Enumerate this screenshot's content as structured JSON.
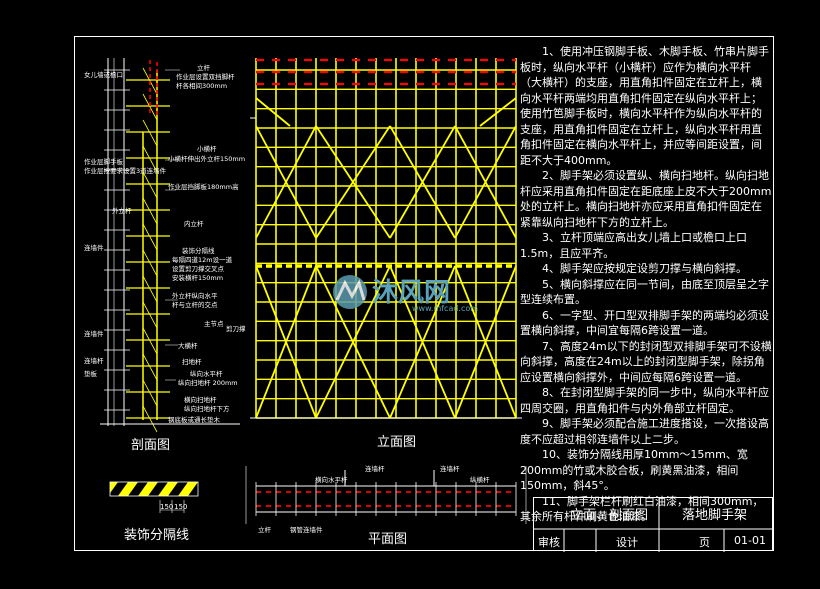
{
  "views": {
    "section": "剖面图",
    "elevation": "立面图",
    "plan": "平面图",
    "separator": "装饰分隔线"
  },
  "separator_dims": [
    "150",
    "150"
  ],
  "section_labels": [
    "女儿墙或檐口",
    "立杆",
    "作业层设置双挡脚杆",
    "杆各相间300mm",
    "小横杆",
    "作业层脚手板",
    "小横杆伸出外立杆150mm",
    "作业层按要求设置3道连墙件",
    "外立杆",
    "内立杆",
    "作业层挡脚板180mm高",
    "连墙件",
    "剪刀撑",
    "装饰分隔线",
    "每隔四道12m设一道",
    "设置剪刀撑交叉点",
    "安装横杆150mm",
    "外立杆纵向水平",
    "杆与立杆的交点",
    "主节点",
    "大横杆",
    "纵向水平杆",
    "扫地杆",
    "纵向扫地杆 200mm",
    "横向扫地杆",
    "纵向扫地杆下方",
    "钢底板或通长垫木",
    "连墙杆",
    "连墙件",
    "垫板"
  ],
  "plan_labels": [
    "连墙杆",
    "横向水平杆",
    "立杆",
    "钢管连墙件",
    "纵横杆",
    "连墙杆"
  ],
  "notes": [
    "1、使用冲压钢脚手板、木脚手板、竹串片脚手板时，纵向水平杆（小横杆）应作为横向水平杆（大横杆）的支座，用直角扣件固定在立杆上，横向水平杆两端均用直角扣件固定在纵向水平杆上；使用竹笆脚手板时，横向水平杆作为纵向水平杆的支座，用直角扣件固定在立杆上，纵向水平杆用直角扣件固定在横向水平杆上，并应等间距设置，间距不大于400mm。",
    "2、脚手架必须设置纵、横向扫地杆。纵向扫地杆应采用直角扣件固定在距底座上皮不大于200mm处的立杆上。横向扫地杆亦应采用直角扣件固定在紧靠纵向扫地杆下方的立杆上。",
    "3、立杆顶端应高出女儿墙上口或檐口上口1.5m，且应平齐。",
    "4、脚手架应按规定设剪刀撑与横向斜撑。",
    "5、横向斜撑应在同一节间，由底至顶层呈之字型连续布置。",
    "6、一字型、开口型双排脚手架的两端均必须设置横向斜撑，中间宜每隔6跨设置一道。",
    "7、高度24m以下的封闭型双排脚手架可不设横向斜撑，高度在24m以上的封闭型脚手架，除拐角应设置横向斜撑外，中间应每隔6跨设置一道。",
    "8、在封闭型脚手架的同一步中，纵向水平杆应四周交圈，用直角扣件与内外角部立杆固定。",
    "9、脚手架必须配合施工进度搭设，一次搭设高度不应超过相邻连墙件以上二步。",
    "10、装饰分隔线用厚10mm～15mm、宽200mm的竹或木胶合板，刷黄黑油漆，相间150mm，斜45°。",
    "11、脚手架栏杆刷红白油漆，相间300mm，其余所有杆件刷黄色油漆。"
  ],
  "title_block": {
    "drawing_title": "立面、剖面图",
    "project_title": "落地脚手架",
    "review": "审核",
    "design": "设计",
    "page_label": "页",
    "page_number": "01-01"
  },
  "watermark": {
    "text": "沐风网",
    "url": "www.mfcad.com"
  },
  "colors": {
    "yellow": "#ffff00",
    "red": "#ff0000",
    "white": "#ffffff",
    "background": "#000000"
  }
}
